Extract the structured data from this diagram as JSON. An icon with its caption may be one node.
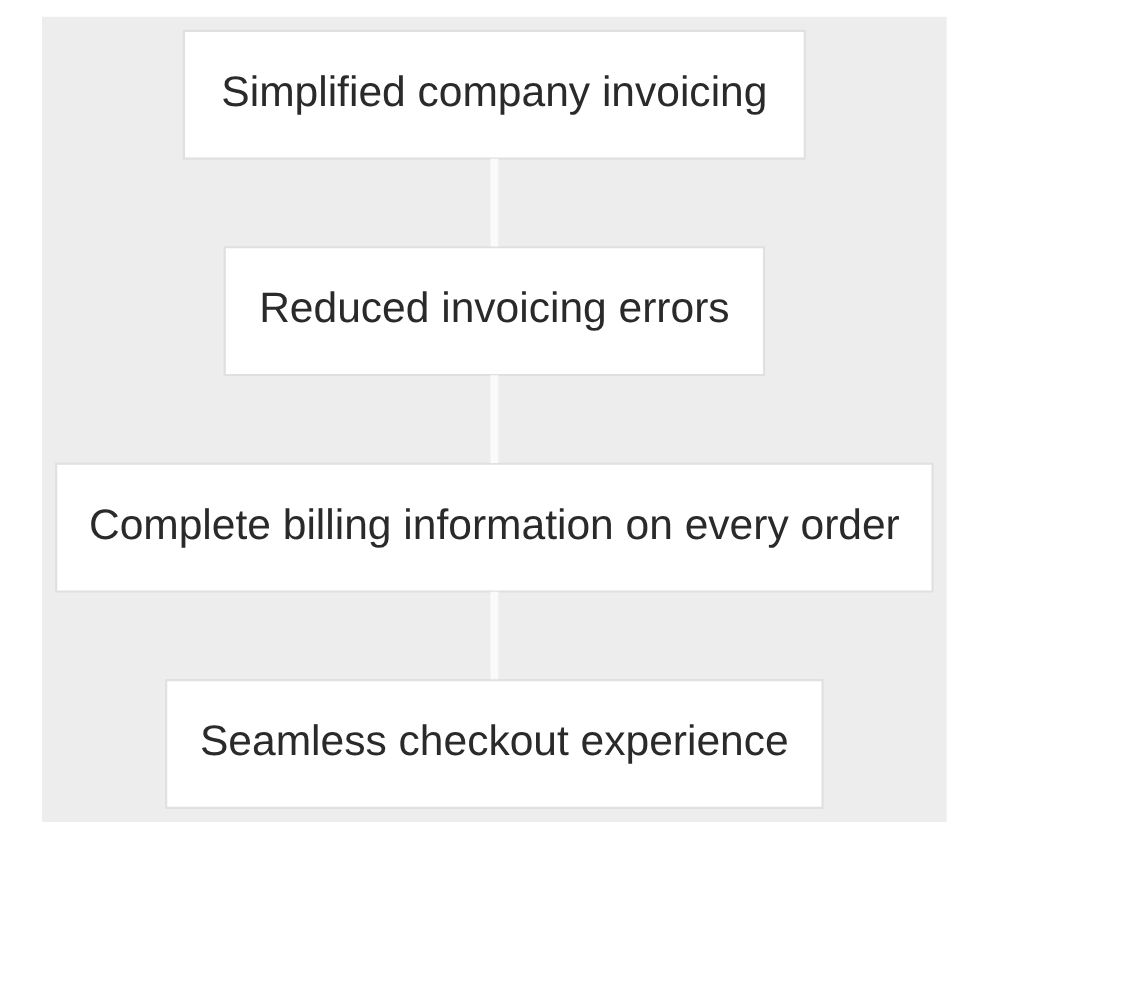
{
  "diagram": {
    "nodes": [
      {
        "text": [
          "Simplified company invoicing"
        ]
      },
      {
        "text": [
          "Reduced invoicing errors"
        ]
      },
      {
        "text": [
          "Complete billing information on every order"
        ]
      },
      {
        "text": [
          "Seamless checkout experience"
        ]
      }
    ],
    "edges": [
      {
        "from": 0,
        "to": 1,
        "arrow": "none"
      },
      {
        "from": 1,
        "to": 2,
        "arrow": "none"
      },
      {
        "from": 2,
        "to": 3,
        "arrow": "none"
      }
    ]
  }
}
